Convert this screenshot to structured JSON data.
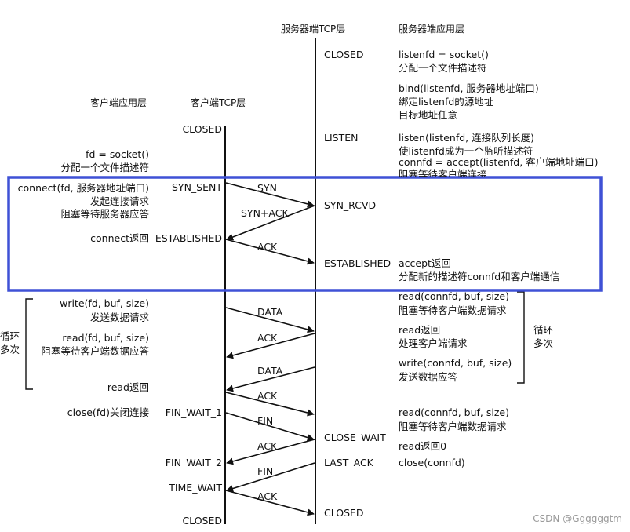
{
  "headers": {
    "client_app": "客户端应用层",
    "client_tcp": "客户端TCP层",
    "server_tcp": "服务器端TCP层",
    "server_app": "服务器端应用层"
  },
  "client_states": {
    "closed_top": "CLOSED",
    "syn_sent": "SYN_SENT",
    "established": "ESTABLISHED",
    "fin_wait_1": "FIN_WAIT_1",
    "fin_wait_2": "FIN_WAIT_2",
    "time_wait": "TIME_WAIT",
    "closed_bottom": "CLOSED"
  },
  "server_states": {
    "closed_top": "CLOSED",
    "listen": "LISTEN",
    "syn_rcvd": "SYN_RCVD",
    "established": "ESTABLISHED",
    "close_wait": "CLOSE_WAIT",
    "last_ack": "LAST_ACK",
    "closed_bottom": "CLOSED"
  },
  "client_app": {
    "socket_1": "fd = socket()",
    "socket_2": "分配一个文件描述符",
    "connect_1": "connect(fd, 服务器地址端口)",
    "connect_2": "发起连接请求",
    "connect_3": "阻塞等待服务器应答",
    "connect_return": "connect返回",
    "write_1": "write(fd, buf, size)",
    "write_2": "发送数据请求",
    "read_1": "read(fd, buf, size)",
    "read_2": "阻塞等待客户端数据应答",
    "read_return": "read返回",
    "close": "close(fd)关闭连接",
    "loop_label": "循环\n多次"
  },
  "server_app": {
    "socket_1": "listenfd = socket()",
    "socket_2": "分配一个文件描述符",
    "bind_1": "bind(listenfd, 服务器地址端口)",
    "bind_2": "绑定listenfd的源地址",
    "bind_3": "目标地址任意",
    "listen_1": "listen(listenfd, 连接队列长度)",
    "listen_2": "使listenfd成为一个监听描述符",
    "accept_1": "connfd = accept(listenfd, 客户端地址端口)",
    "accept_2": "阻塞等待客户端连接",
    "accept_ret_1": "accept返回",
    "accept_ret_2": "分配新的描述符connfd和客户端通信",
    "read_1": "read(connfd, buf, size)",
    "read_2": "阻塞等待客户端数据请求",
    "read_ret_1": "read返回",
    "read_ret_2": "处理客户端请求",
    "write_1": "write(connfd, buf, size)",
    "write_2": "发送数据应答",
    "read2_1": "read(connfd, buf, size)",
    "read2_2": "阻塞等待客户端数据请求",
    "read_ret0": "read返回0",
    "close": "close(connfd)",
    "loop_label": "循环\n多次"
  },
  "segments": {
    "syn": "SYN",
    "syn_ack": "SYN+ACK",
    "ack1": "ACK",
    "data1": "DATA",
    "ack2": "ACK",
    "data2": "DATA",
    "ack3": "ACK",
    "fin1": "FIN",
    "ack4": "ACK",
    "fin2": "FIN",
    "ack5": "ACK"
  },
  "watermark": "CSDN @Ggggggtm",
  "colors": {
    "highlight_box": "#3f51d6",
    "line": "#111111"
  }
}
